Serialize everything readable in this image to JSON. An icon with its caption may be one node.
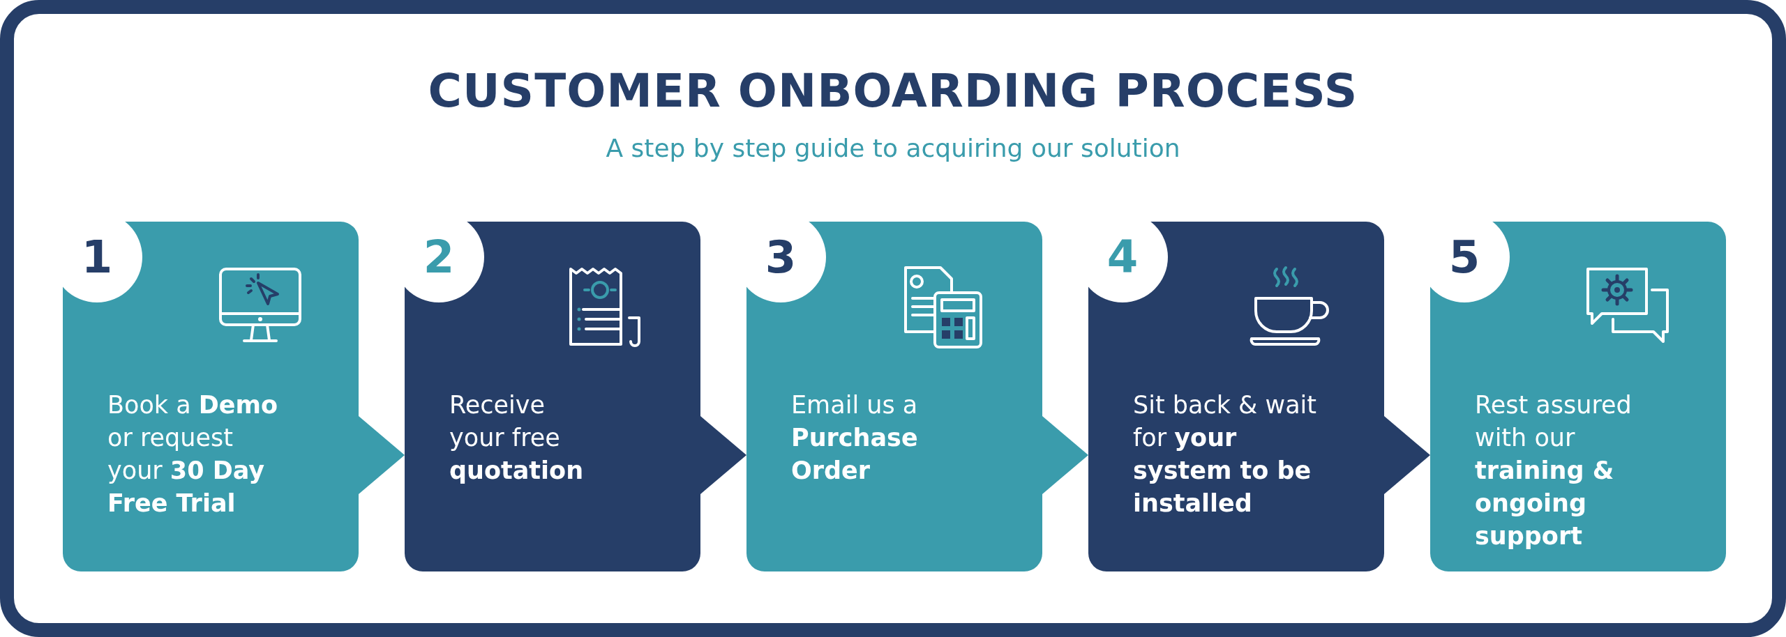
{
  "diagram": {
    "title": "CUSTOMER ONBOARDING PROCESS",
    "caption": "A step by step guide to acquiring our solution",
    "nodes": [
      {
        "text": [
          "1",
          "Book a **Demo** or request your **30 Day Free Trial**"
        ]
      },
      {
        "text": [
          "2",
          "Receive your free **quotation**"
        ]
      },
      {
        "text": [
          "3",
          "Email us a **Purchase Order**"
        ]
      },
      {
        "text": [
          "4",
          "Sit back & wait for **your system to be installed**"
        ]
      },
      {
        "text": [
          "5",
          "Rest assured with our **training & ongoing support**"
        ]
      }
    ],
    "edges": [
      {
        "from": 0,
        "to": 1,
        "arrow": "to"
      },
      {
        "from": 1,
        "to": 2,
        "arrow": "to"
      },
      {
        "from": 2,
        "to": 3,
        "arrow": "to"
      },
      {
        "from": 3,
        "to": 4,
        "arrow": "to"
      }
    ]
  }
}
